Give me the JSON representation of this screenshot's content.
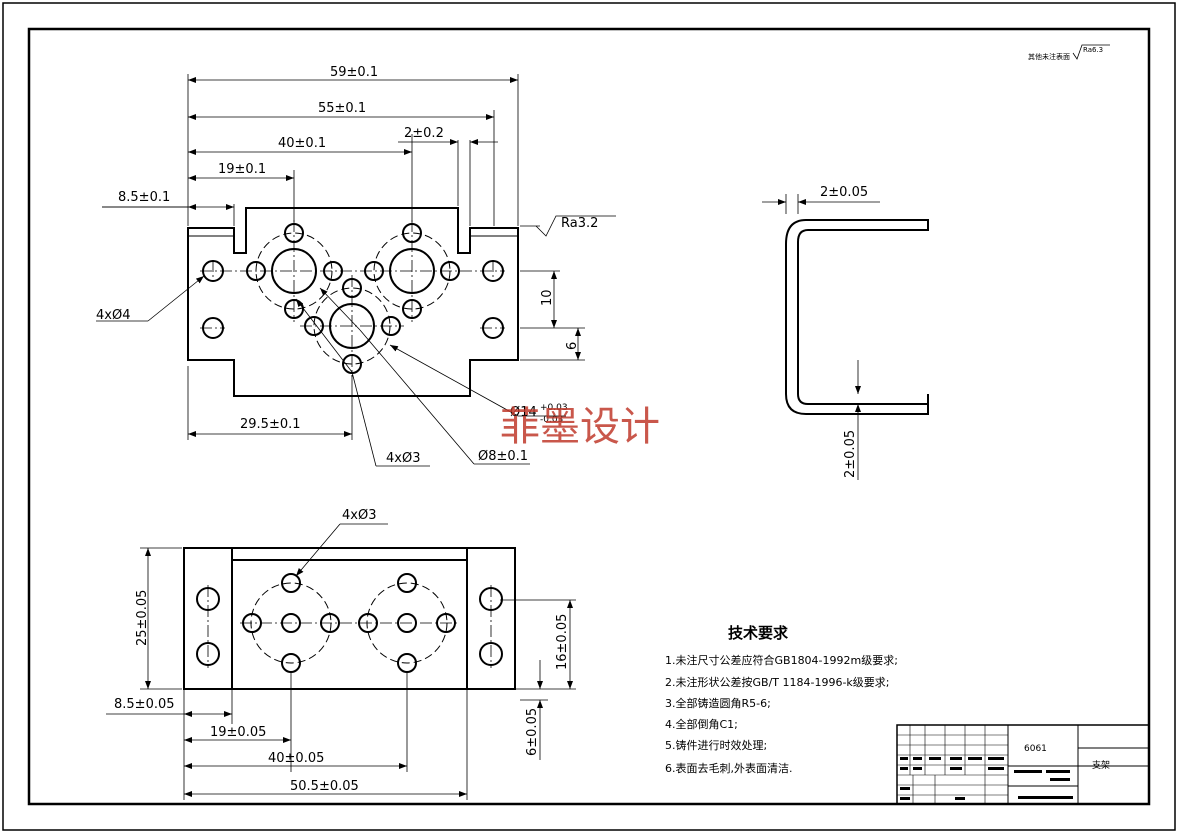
{
  "surface_note": {
    "text": "其他未注表面",
    "symbol": "Ra6.3"
  },
  "top_view": {
    "dims": {
      "w59": "59±0.1",
      "w55": "55±0.1",
      "w40": "40±0.1",
      "w2": "2±0.2",
      "w19": "19±0.1",
      "w85": "8.5±0.1",
      "ra": "Ra3.2",
      "holes4": "4xØ4",
      "h10": "10",
      "h6": "6",
      "tol14": "Ø14",
      "tol14_up": "+0.03",
      "tol14_dn": "-0.03",
      "w295": "29.5±0.1",
      "holes3": "4xØ3",
      "d8": "Ø8±0.1"
    }
  },
  "side_view": {
    "dims": {
      "t_top": "2±0.05",
      "t_side": "2±0.05"
    }
  },
  "bottom_view": {
    "dims": {
      "holes3": "4xØ3",
      "h25": "25±0.05",
      "h16": "16±0.05",
      "w85": "8.5±0.05",
      "w19": "19±0.05",
      "w40": "40±0.05",
      "h6": "6±0.05",
      "w505": "50.5±0.05"
    }
  },
  "watermark": "菲墨设计",
  "tech_requirements": {
    "title": "技术要求",
    "items": [
      "1.未注尺寸公差应符合GB1804-1992m级要求;",
      "2.未注形状公差按GB/T 1184-1996-k级要求;",
      "3.全部铸造圆角R5-6;",
      "4.全部倒角C1;",
      "5.铸件进行时效处理;",
      "6.表面去毛刺,外表面清洁."
    ]
  },
  "title_block": {
    "material": "6061",
    "name": "支架"
  }
}
